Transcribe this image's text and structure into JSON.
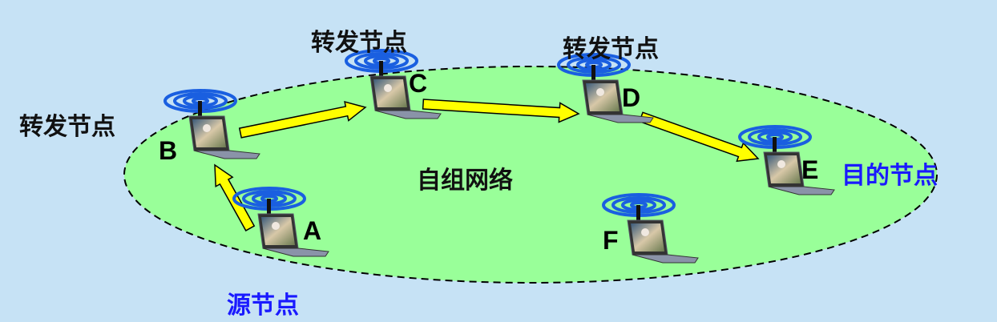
{
  "network_label": "自组网络",
  "colors": {
    "background": "#c6e2f5",
    "network": "#99ff99",
    "arrow": "#ffff00",
    "wifi": "#1a5fe0",
    "role_blue": "#1a1aff"
  },
  "nodes": [
    {
      "id": "A",
      "role": "源节点"
    },
    {
      "id": "B",
      "role": "转发节点"
    },
    {
      "id": "C",
      "role": "转发节点"
    },
    {
      "id": "D",
      "role": "转发节点"
    },
    {
      "id": "E",
      "role": "目的节点"
    },
    {
      "id": "F",
      "role": ""
    }
  ],
  "path": [
    "A",
    "B",
    "C",
    "D",
    "E"
  ]
}
